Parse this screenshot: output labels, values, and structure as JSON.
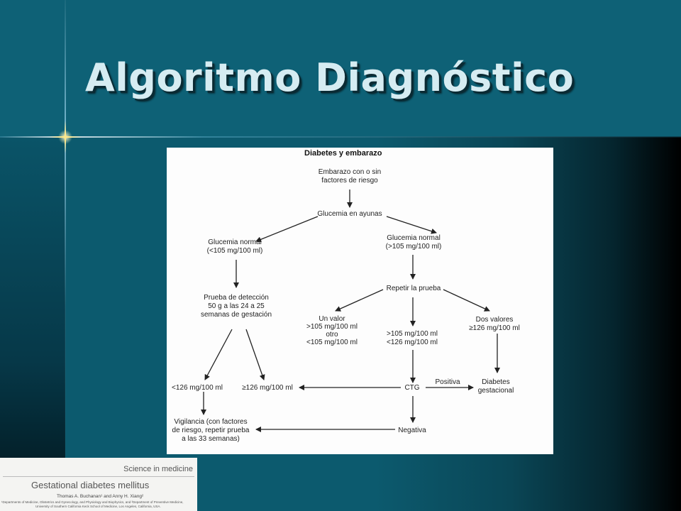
{
  "slide": {
    "title": "Algoritmo Diagnóstico"
  },
  "diagram": {
    "title": "Diabetes y embarazo",
    "nodes": {
      "start": [
        "Embarazo con o sin",
        "factores de riesgo"
      ],
      "fasting": [
        "Glucemia en ayunas"
      ],
      "normal_low": [
        "Glucemia normal",
        "(<105 mg/100 ml)"
      ],
      "normal_high": [
        "Glucemia normal",
        "(>105 mg/100 ml)"
      ],
      "screening": [
        "Prueba de detección",
        "50 g a las 24 a 25",
        "semanas de gestación"
      ],
      "repeat": [
        "Repetir la prueba"
      ],
      "one_value": [
        "Un valor",
        ">105 mg/100 ml",
        "otro",
        "<105 mg/100 ml"
      ],
      "middle_range": [
        ">105 mg/100 ml",
        "<126 mg/100 ml"
      ],
      "two_values": [
        "Dos valores",
        "≥126 mg/100 ml"
      ],
      "lt126": [
        "<126 mg/100 ml"
      ],
      "ge126": [
        "≥126 mg/100 ml"
      ],
      "ctg": [
        "CTG"
      ],
      "gestational": [
        "Diabetes",
        "gestacional"
      ],
      "surveillance": [
        "Vigilancia (con factores",
        "de riesgo, repetir prueba",
        "a las  33 semanas)"
      ],
      "negative": [
        "Negativa"
      ]
    },
    "edge_labels": {
      "positive": "Positiva"
    }
  },
  "reference": {
    "section": "Science in medicine",
    "title": "Gestational diabetes mellitus",
    "authors": "Thomas A. Buchanan¹ and Anny H. Xiang²",
    "affiliation_line1": "¹Departments of Medicine, Obstetrics and Gynecology, and Physiology and Biophysics, and ²Department of Preventive Medicine,",
    "affiliation_line2": "University of Southern California Keck School of Medicine, Los Angeles, California, USA."
  },
  "colors": {
    "title_text": "#d6ecf2",
    "background_teal": "#0e6176",
    "diagram_background": "#fdfdfd",
    "arrow": "#222222"
  }
}
